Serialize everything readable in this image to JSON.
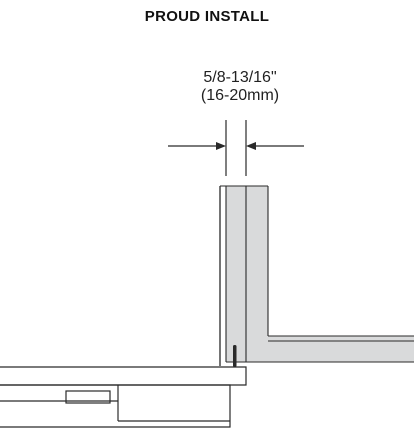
{
  "title": "PROUD INSTALL",
  "dimension": {
    "line1": "5/8-13/16\"",
    "line2": "(16-20mm)"
  },
  "colors": {
    "line": "#2a2a2a",
    "panel_fill": "#d9dadb",
    "background": "#ffffff"
  }
}
